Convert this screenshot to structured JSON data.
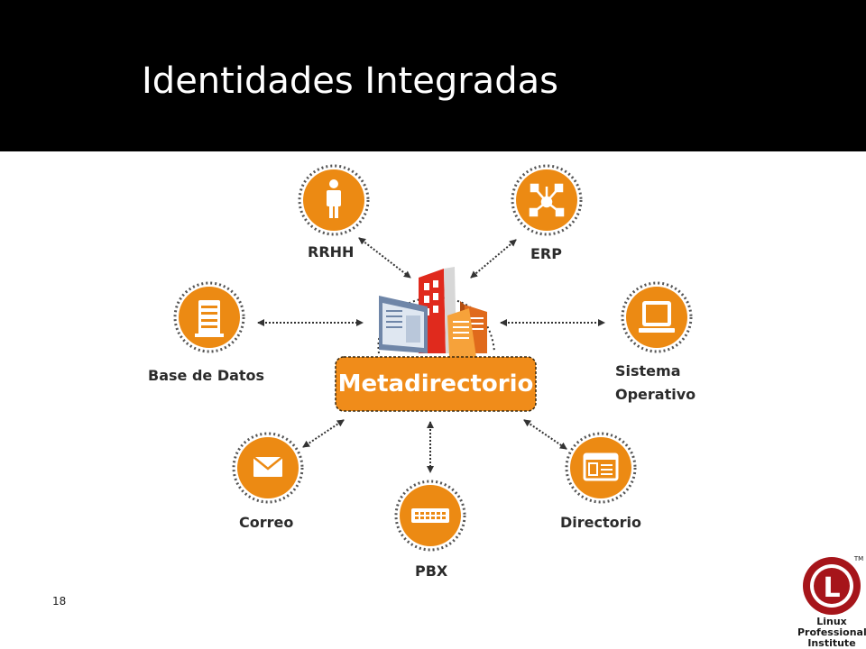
{
  "slide": {
    "title": "Identidades Integradas",
    "page_number": "18"
  },
  "colors": {
    "header_bg": "#000000",
    "accent_orange": "#ec8a13",
    "hub_orange": "#f08c1a",
    "connector": "#333333",
    "logo_red": "#a6151a"
  },
  "diagram": {
    "hub": {
      "label": "Metadirectorio",
      "icon": "office-buildings-icon"
    },
    "nodes": [
      {
        "id": "rrhh",
        "label": "RRHH",
        "icon": "person-icon"
      },
      {
        "id": "erp",
        "label": "ERP",
        "icon": "network-hub-icon"
      },
      {
        "id": "base-de-datos",
        "label": "Base de Datos",
        "icon": "server-icon"
      },
      {
        "id": "sistema-operativo",
        "label": "Sistema\nOperativo",
        "label_lines": [
          "Sistema",
          "Operativo"
        ],
        "icon": "monitor-icon"
      },
      {
        "id": "correo",
        "label": "Correo",
        "icon": "envelope-icon"
      },
      {
        "id": "pbx",
        "label": "PBX",
        "icon": "switchboard-icon"
      },
      {
        "id": "directorio",
        "label": "Directorio",
        "icon": "window-directory-icon"
      }
    ]
  },
  "logo": {
    "letter": "L",
    "trademark": "TM",
    "lines": [
      "Linux",
      "Professional",
      "Institute"
    ]
  }
}
